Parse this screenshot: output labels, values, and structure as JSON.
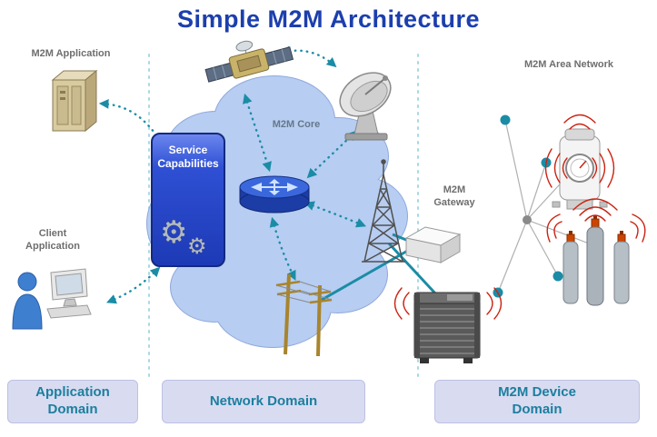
{
  "title": "Simple M2M Architecture",
  "labels": {
    "m2m_application": "M2M Application",
    "client_application": "Client Application",
    "service_capabilities": "Service Capabilities",
    "m2m_core": "M2M Core",
    "m2m_gateway": "M2M Gateway",
    "m2m_area_network": "M2M Area Network"
  },
  "domains": [
    {
      "label": "Application Domain"
    },
    {
      "label": "Network Domain"
    },
    {
      "label": "M2M Device Domain"
    }
  ],
  "icons": {
    "gear": "⚙",
    "names": [
      "server-icon",
      "client-computer-icon",
      "satellite-icon",
      "satellite-dish-icon",
      "router-icon",
      "cell-tower-icon",
      "power-poles-icon",
      "gateway-box-icon",
      "hvac-unit-icon",
      "water-meter-icon",
      "gas-bottles-icon",
      "sensor-node-dot",
      "wireless-signal-arcs"
    ]
  },
  "colors": {
    "title_blue": "#1c3fae",
    "domain_box_bg": "#d9dbf1",
    "domain_text_teal": "#1b7f9e",
    "cloud_fill": "#b7cdf1",
    "cloud_stroke": "#8fa8dc",
    "link_teal": "#1b8ca6",
    "wireless_red": "#cc2211",
    "service_box_blue": "#2746c8",
    "label_gray": "#6e6e6e"
  }
}
